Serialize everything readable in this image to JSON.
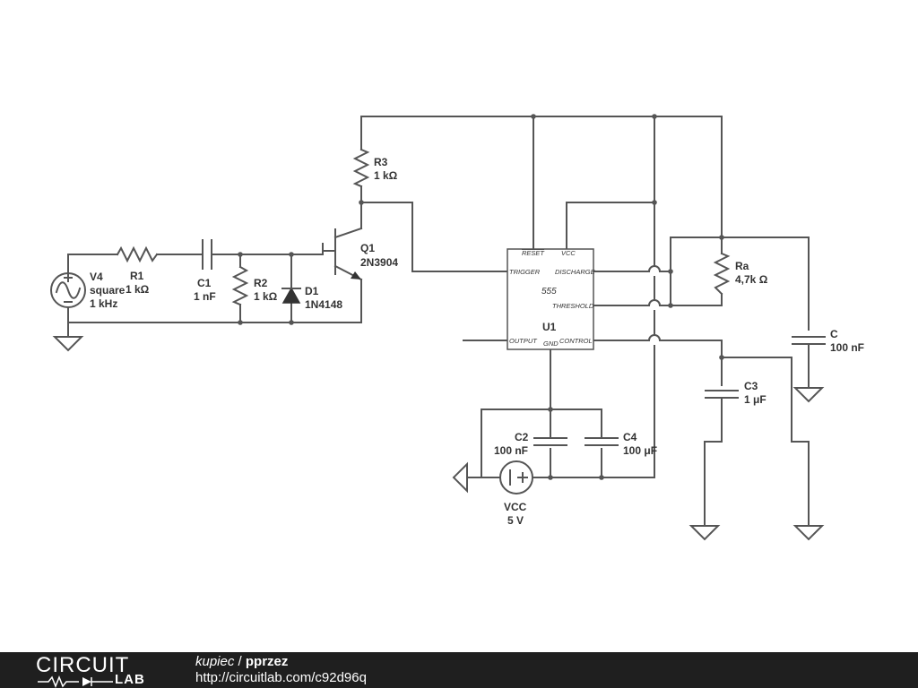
{
  "components": {
    "v4": {
      "ref": "V4",
      "line1": "square",
      "line2": "1 kHz"
    },
    "r1": {
      "ref": "R1",
      "value": "1 kΩ"
    },
    "c1": {
      "ref": "C1",
      "value": "1 nF"
    },
    "r2": {
      "ref": "R2",
      "value": "1 kΩ"
    },
    "d1": {
      "ref": "D1",
      "value": "1N4148"
    },
    "q1": {
      "ref": "Q1",
      "value": "2N3904"
    },
    "r3": {
      "ref": "R3",
      "value": "1 kΩ"
    },
    "u1": {
      "ref": "U1",
      "part": "555",
      "pins": {
        "reset": "RESET",
        "vcc": "VCC",
        "trigger": "TRIGGER",
        "discharge": "DISCHARGE",
        "threshold": "THRESHOLD",
        "output": "OUTPUT",
        "gnd": "GND",
        "control": "CONTROL"
      }
    },
    "ra": {
      "ref": "Ra",
      "value": "4,7k Ω"
    },
    "c": {
      "ref": "C",
      "value": "100 nF"
    },
    "c3": {
      "ref": "C3",
      "value": "1 μF"
    },
    "c2": {
      "ref": "C2",
      "value": "100 nF"
    },
    "c4": {
      "ref": "C4",
      "value": "100 μF"
    },
    "vcc": {
      "ref": "VCC",
      "value": "5 V"
    }
  },
  "footer": {
    "logo_top": "CIRCUIT",
    "logo_bottom": "LAB",
    "user": "kupiec",
    "separator": " / ",
    "project": "pprzez",
    "url": "http://circuitlab.com/c92d96q"
  },
  "colors": {
    "wire": "#555555",
    "footer_bg": "#1f1f1f",
    "text": "#333333"
  }
}
